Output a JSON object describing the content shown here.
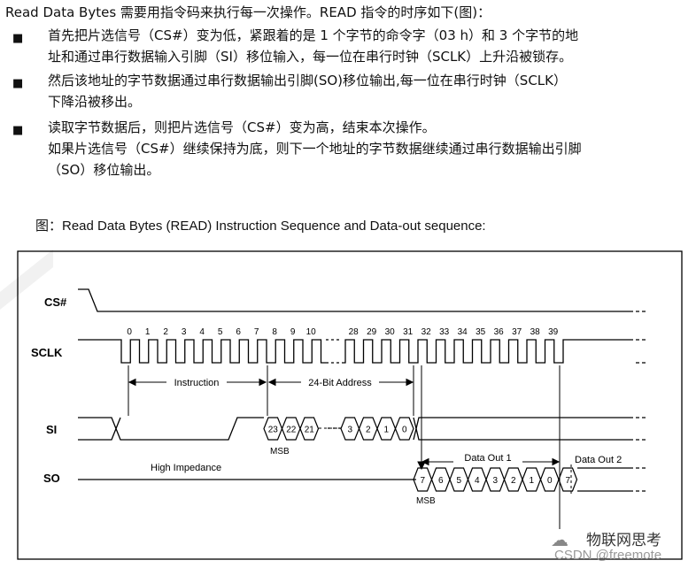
{
  "intro": "Read Data Bytes 需要用指令码来执行每一次操作。READ 指令的时序如下(图)：",
  "bullets": [
    {
      "symbol": "■",
      "lines": [
        "首先把片选信号（CS#）变为低，紧跟着的是 1 个字节的命令字（03 h）和 3 个字节的地",
        "址和通过串行数据输入引脚（SI）移位输入，每一位在串行时钟（SCLK）上升沿被锁存。"
      ]
    },
    {
      "symbol": "■",
      "lines": [
        "然后该地址的字节数据通过串行数据输出引脚(SO)移位输出,每一位在串行时钟（SCLK）",
        "下降沿被移出。"
      ]
    },
    {
      "symbol": "■",
      "lines": [
        "读取字节数据后，则把片选信号（CS#）变为高，结束本次操作。",
        "如果片选信号（CS#）继续保持为底，则下一个地址的字节数据继续通过串行数据输出引脚",
        "（SO）移位输出。"
      ]
    }
  ],
  "caption": "图：Read Data Bytes (READ) Instruction Sequence and Data-out sequence:",
  "diagram": {
    "signals": [
      "CS#",
      "SCLK",
      "SI",
      "SO"
    ],
    "clock_numbers": [
      "0",
      "1",
      "2",
      "3",
      "4",
      "5",
      "6",
      "7",
      "8",
      "9",
      "10",
      "28",
      "29",
      "30",
      "31",
      "32",
      "33",
      "34",
      "35",
      "36",
      "37",
      "38",
      "39"
    ],
    "si_bits": [
      "23",
      "22",
      "21",
      "3",
      "2",
      "1",
      "0"
    ],
    "so_bits": [
      "7",
      "6",
      "5",
      "4",
      "3",
      "2",
      "1",
      "0",
      "7"
    ],
    "labels": {
      "instruction": "Instruction",
      "address": "24-Bit Address",
      "high_impedance": "High Impedance",
      "data_out_1": "Data Out 1",
      "data_out_2": "Data Out 2",
      "msb": "MSB"
    }
  },
  "watermark": {
    "icon": "wechat-icon",
    "name": "物联网思考",
    "csdn": "CSDN @freemote"
  }
}
